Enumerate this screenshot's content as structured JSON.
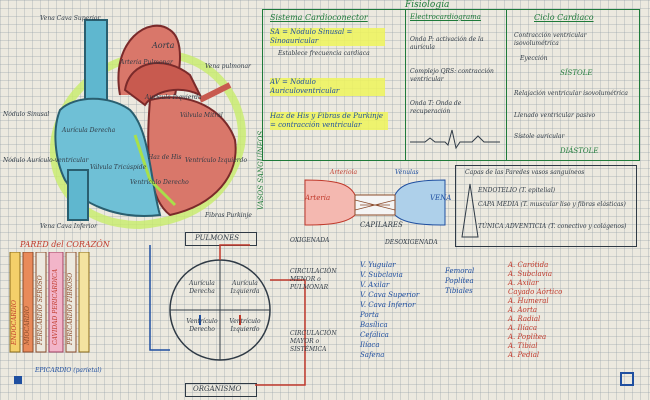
{
  "heart_labels": {
    "vena_cava_superior": "Vena Cava Superior",
    "aorta": "Aorta",
    "arteria_pulmonar": "Arteria Pulmonar",
    "vena_pulmonar": "Vena pulmonar",
    "auricula_izquierda": "Aurícula Izquierda",
    "valvula_mitral": "Válvula Mitral",
    "nodulo_sinusal": "Nódulo Sinusal",
    "auricula_derecha": "Aurícula Derecha",
    "nodulo_auriculoventricular": "Nódulo Aurículo-ventricular",
    "valvula_tricuspide": "Válvula Tricúspide",
    "haz_de_his": "Haz de His",
    "ventriculo_izquierdo": "Ventrículo Izquierdo",
    "ventriculo_derecho": "Ventrículo Derecho",
    "fibras_purkinje": "Fibras Purkinje",
    "vena_cava_inferior": "Vena Cava Inferior"
  },
  "title": "Fisiología",
  "sistema_cardioconector": {
    "heading": "Sistema Cardioconector",
    "sa": "SA = Nódulo Sinusal = Sinoauricular",
    "sa_detail": "Establece frecuencia cardiaca",
    "av": "AV = Nódulo Auriculoventricular",
    "his": "Haz de His y Fibras de Purkinje = contracción ventricular"
  },
  "electrocardiograma": {
    "heading": "Electrocardiograma",
    "onda_p": "Onda P: activación de la aurícula",
    "qrs": "Complejo QRS: contracción ventricular",
    "onda_t": "Onda T: Onda de recuperación"
  },
  "ciclo_cardiaco": {
    "heading": "Ciclo Cardiaco",
    "item1": "Contracción ventricular isovolumétrica",
    "item2": "Eyección",
    "sistole": "SÍSTOLE",
    "item3": "Relajación ventricular isovolumétrica",
    "item4": "Llenado ventricular pasivo",
    "item5": "Sístole auricular",
    "diastole": "DIÁSTOLE"
  },
  "vasos": {
    "side_label": "VASOS SANGUÍNEOS",
    "arteria": "Arteria",
    "arteriola": "Arteriola",
    "vena": "VENA",
    "vénula": "Vénulas",
    "capilares": "CAPILARES",
    "oxigenada": "OXIGENADA",
    "desoxigenada": "DESOXIGENADA"
  },
  "capas": {
    "heading": "Capas de las Paredes vasos sanguíneos",
    "endotelio": "ENDOTELIO (T. epitelial)",
    "capa_media": "CAPA MEDIA (T. muscular liso y fibras elásticas)",
    "tunica": "TÚNICA ADVENTICIA (T. conectivo y colágenos)"
  },
  "pared": {
    "heading": "PARED del CORAZÓN",
    "layers": [
      "ENDOCARDIO",
      "MIOCARDIO",
      "PERICARDIO SEROSO",
      "CAVIDAD PERICÁRDICA",
      "PERICARDIO FIBROSO"
    ],
    "epicardio": "EPICARDIO (parietal)"
  },
  "circulacion": {
    "pulmones": "PULMONES",
    "organismo": "ORGANISMO",
    "menor": "CIRCULACIÓN MENOR o PULMONAR",
    "mayor": "CIRCULACIÓN MAYOR o SISTÉMICA",
    "aur_der": "Aurícula Derecha",
    "aur_izq": "Aurícula Izquierda",
    "ven_der": "Ventrículo Derecho",
    "ven_izq": "Ventrículo Izquierdo"
  },
  "venas": [
    "V. Yugular",
    "V. Subclavia",
    "V. Axilar",
    "V. Cava Superior",
    "V. Cava Inferior",
    "Porta",
    "Basílica",
    "Cefálica",
    "Ilíaca",
    "Safena"
  ],
  "venas2": [
    "Femoral",
    "Poplítea",
    "Tibiales"
  ],
  "arterias": [
    "A. Carótida",
    "A. Subclavia",
    "A. Axilar",
    "Cayado Aórtico",
    "A. Humeral",
    "A. Aorta",
    "A. Radial",
    "A. Ilíaca",
    "A. Poplítea",
    "A. Tibial",
    "A. Pedial"
  ]
}
